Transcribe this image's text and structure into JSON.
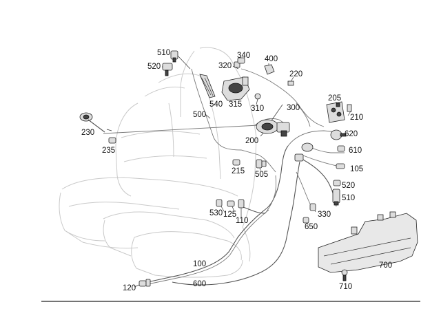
{
  "labels": {
    "p100": "100",
    "p105": "105",
    "p110": "110",
    "p120": "120",
    "p125": "125",
    "p200": "200",
    "p205": "205",
    "p210": "210",
    "p215": "215",
    "p220": "220",
    "p230": "230",
    "p235": "235",
    "p300": "300",
    "p310": "310",
    "p315": "315",
    "p320": "320",
    "p330": "330",
    "p340": "340",
    "p400": "400",
    "p500": "500",
    "p505": "505",
    "p510a": "510",
    "p510b": "510",
    "p520a": "520",
    "p520b": "520",
    "p530": "530",
    "p540": "540",
    "p600": "600",
    "p610": "610",
    "p620": "620",
    "p650": "650",
    "p700": "700",
    "p710": "710"
  },
  "colors": {
    "line": "#333333",
    "seat_outline": "#c9c9c9",
    "text": "#111111"
  }
}
